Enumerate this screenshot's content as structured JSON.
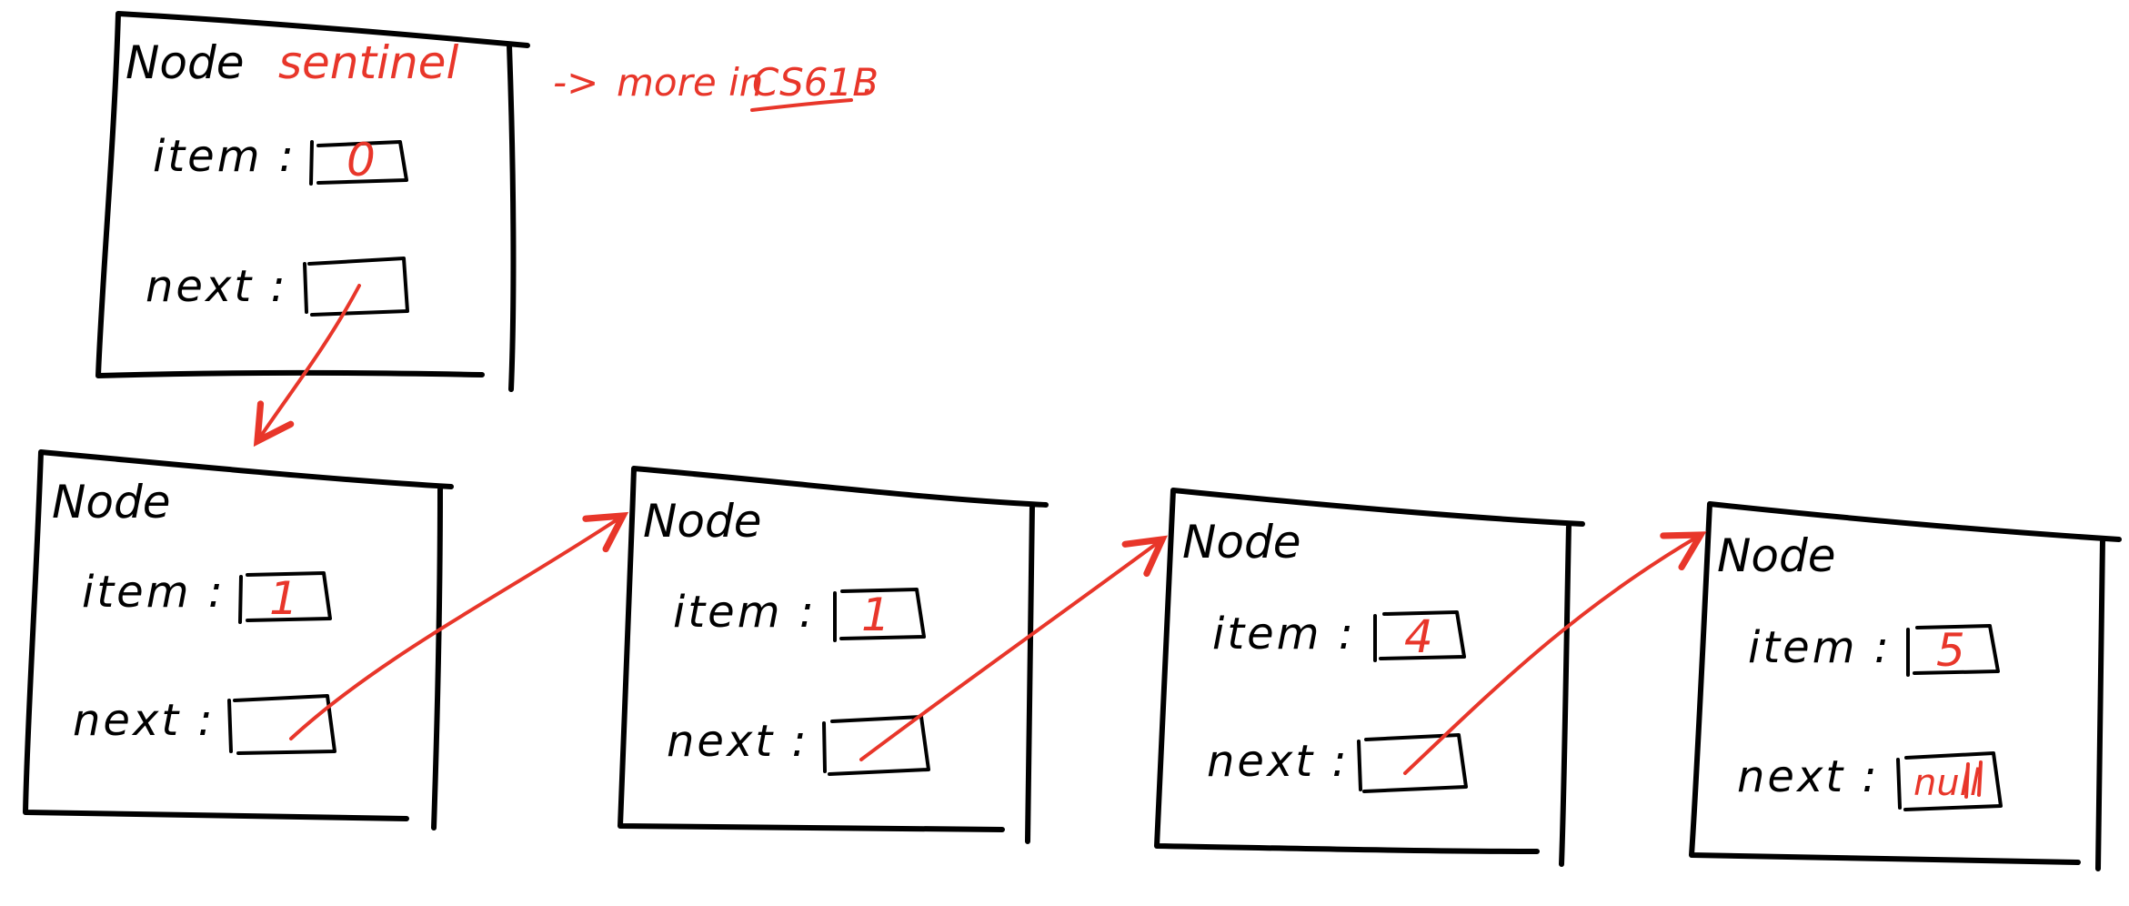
{
  "note": {
    "arrow": "->",
    "text": "more in",
    "course": "CS61B",
    "dot": "."
  },
  "sentinel_node": {
    "title": "Node",
    "name": "sentinel",
    "item_label": "item :",
    "item_value": "0",
    "next_label": "next :"
  },
  "nodes": [
    {
      "title": "Node",
      "item_label": "item :",
      "item_value": "1",
      "next_label": "next :"
    },
    {
      "title": "Node",
      "item_label": "item :",
      "item_value": "1",
      "next_label": "next :"
    },
    {
      "title": "Node",
      "item_label": "item :",
      "item_value": "4",
      "next_label": "next :"
    },
    {
      "title": "Node",
      "item_label": "item :",
      "item_value": "5",
      "next_label": "next :",
      "next_value": "null"
    }
  ],
  "colors": {
    "ink": "#000000",
    "annotation": "#e8362a",
    "background": "#ffffff"
  }
}
